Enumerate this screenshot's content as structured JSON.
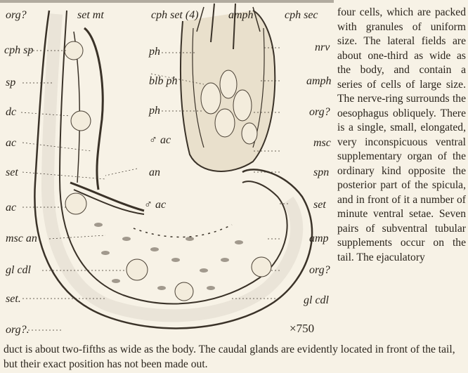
{
  "figure": {
    "magnification": "×750",
    "labels": {
      "org_top": "org?",
      "set_mt": "set mt",
      "cph_set": "cph set (4)",
      "amph_top": "amph",
      "cph_sec": "cph sec",
      "cph_sp": "cph sp",
      "ph_1": "ph",
      "nrv": "nrv",
      "sp": "sp",
      "blb_ph": "blb ph",
      "amph_right": "amph",
      "dc": "dc",
      "ph_2": "ph",
      "org_right1": "org?",
      "ac_1": "ac",
      "male_ac_1": "♂ ac",
      "msc_right": "msc",
      "set_left": "set",
      "an": "an",
      "spn": "spn",
      "ac_2": "ac",
      "male_ac_2": "♂ ac",
      "set_right": "set",
      "msc_an": "msc an",
      "amp": "amp",
      "gl_cdl_left": "gl cdl",
      "org_right2": "org?",
      "set_bottom": "set.",
      "gl_cdl_right": "gl cdl",
      "org_bottom": "org?."
    }
  },
  "text": {
    "side": "four cells, which are packed with granules of uniform size. The lateral fields are about one-third as wide as the body, and contain a series of cells of large size. The nerve-ring surrounds the oesophagus obliquely. There is a single, small, elongated, very inconspicuous ventral supplementary organ of the ordinary kind opposite the posterior part of the spicula, and in front of it a number of minute ventral setae. Seven pairs of subventral tubular supplements occur on the tail. The ejaculatory",
    "bottom": "duct is about two-fifths as wide as the body. The caudal glands are evidently located in front of the tail, but their exact position has not been made out."
  }
}
